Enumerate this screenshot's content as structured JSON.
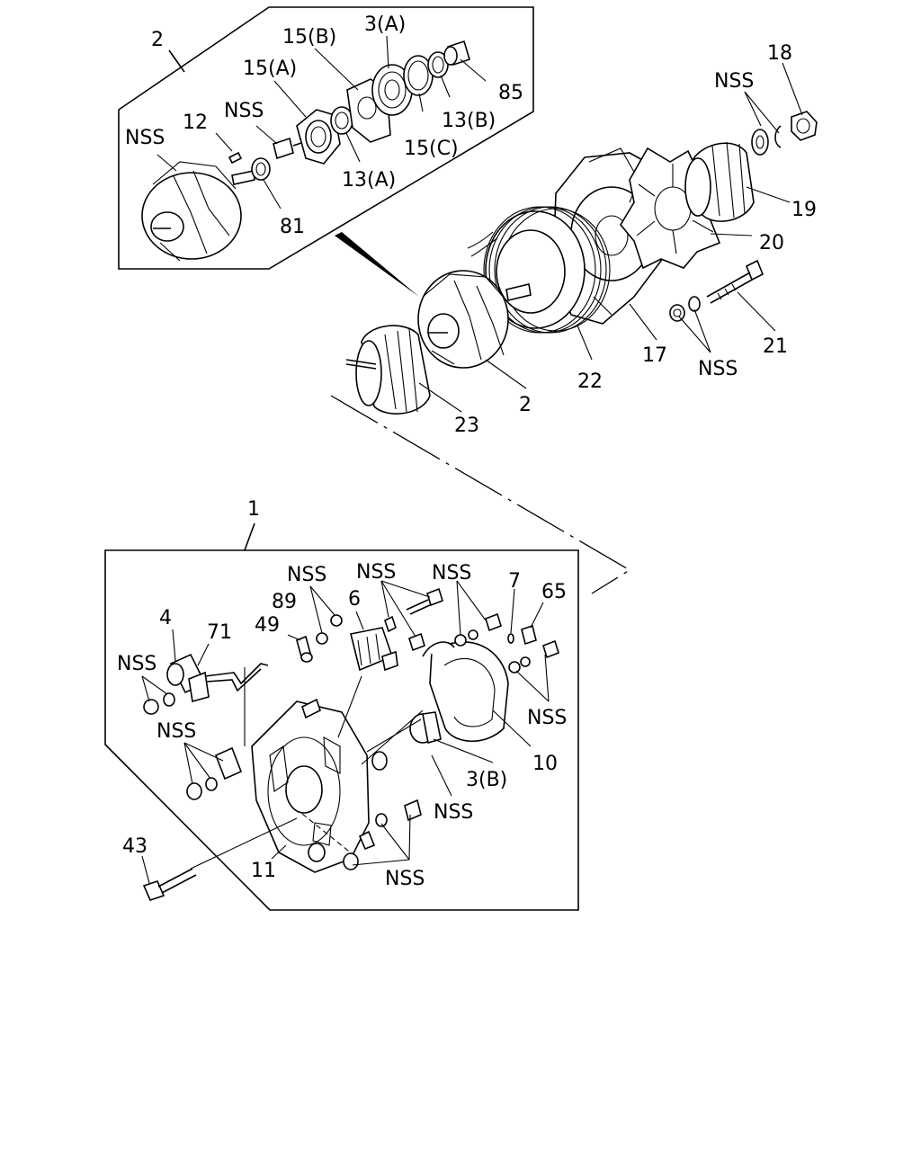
{
  "callouts": [
    {
      "id": "c-2-top",
      "text": "2"
    },
    {
      "id": "c-15b",
      "text": "15(B)"
    },
    {
      "id": "c-3a",
      "text": "3(A)"
    },
    {
      "id": "c-15a",
      "text": "15(A)"
    },
    {
      "id": "c-nss-1",
      "text": "NSS"
    },
    {
      "id": "c-12",
      "text": "12"
    },
    {
      "id": "c-nss-2",
      "text": "NSS"
    },
    {
      "id": "c-85",
      "text": "85"
    },
    {
      "id": "c-13b",
      "text": "13(B)"
    },
    {
      "id": "c-15c",
      "text": "15(C)"
    },
    {
      "id": "c-13a",
      "text": "13(A)"
    },
    {
      "id": "c-81",
      "text": "81"
    },
    {
      "id": "c-18",
      "text": "18"
    },
    {
      "id": "c-nss-3",
      "text": "NSS"
    },
    {
      "id": "c-19",
      "text": "19"
    },
    {
      "id": "c-20",
      "text": "20"
    },
    {
      "id": "c-21",
      "text": "21"
    },
    {
      "id": "c-nss-4",
      "text": "NSS"
    },
    {
      "id": "c-17",
      "text": "17"
    },
    {
      "id": "c-22",
      "text": "22"
    },
    {
      "id": "c-2-mid",
      "text": "2"
    },
    {
      "id": "c-23",
      "text": "23"
    },
    {
      "id": "c-1",
      "text": "1"
    },
    {
      "id": "c-nss-5",
      "text": "NSS"
    },
    {
      "id": "c-nss-6",
      "text": "NSS"
    },
    {
      "id": "c-nss-7",
      "text": "NSS"
    },
    {
      "id": "c-7",
      "text": "7"
    },
    {
      "id": "c-65",
      "text": "65"
    },
    {
      "id": "c-89",
      "text": "89"
    },
    {
      "id": "c-6",
      "text": "6"
    },
    {
      "id": "c-4",
      "text": "4"
    },
    {
      "id": "c-71",
      "text": "71"
    },
    {
      "id": "c-49",
      "text": "49"
    },
    {
      "id": "c-nss-8",
      "text": "NSS"
    },
    {
      "id": "c-nss-9",
      "text": "NSS"
    },
    {
      "id": "c-nss-10",
      "text": "NSS"
    },
    {
      "id": "c-10",
      "text": "10"
    },
    {
      "id": "c-3b",
      "text": "3(B)"
    },
    {
      "id": "c-nss-11",
      "text": "NSS"
    },
    {
      "id": "c-43",
      "text": "43"
    },
    {
      "id": "c-11",
      "text": "11"
    },
    {
      "id": "c-nss-12",
      "text": "NSS"
    }
  ]
}
